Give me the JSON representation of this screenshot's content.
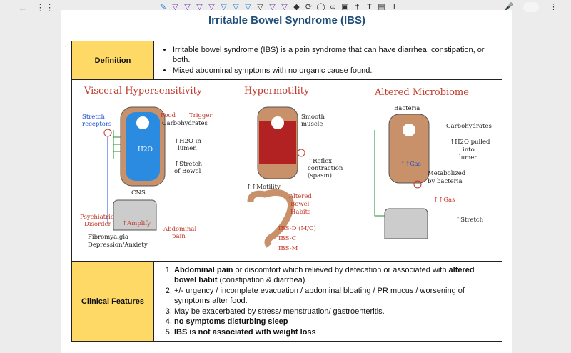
{
  "toolbar": {
    "back_icon": "arrow-left-icon",
    "grid_icon": "grid-icon"
  },
  "document": {
    "title": "Irritable Bowel Syndrome (IBS)",
    "definition": {
      "label": "Definition",
      "bullets": [
        "Irritable bowel syndrome (IBS) is a pain syndrome that can have diarrhea, constipation, or both.",
        "Mixed abdominal symptoms with no organic cause found."
      ]
    },
    "diagram": {
      "visceral": {
        "title": "Visceral Hypersensitivity",
        "stretch_receptors": [
          "Stretch",
          "receptors"
        ],
        "food": "Food",
        "trigger": "Trigger",
        "carbs": "Carbohydrates",
        "h2o": "H2O",
        "h2o_in_lumen": [
          "↑H2O in",
          "lumen"
        ],
        "stretch_of_bowel": [
          "↑Stretch",
          "of Bowel"
        ],
        "cns": "CNS",
        "amplify": "↑Amplify",
        "abdominal_pain": [
          "Abdominal",
          "pain"
        ],
        "psychiatric": [
          "Psychiatric",
          "Disorder"
        ],
        "fibromyalgia": "Fibromyalgia",
        "depression": "Depression/Anxiety"
      },
      "hypermotility": {
        "title": "Hypermotility",
        "smooth_muscle": [
          "Smooth",
          "muscle"
        ],
        "reflex": [
          "↑Reflex",
          "contraction",
          "(spasm)"
        ],
        "motility": "↑↑Motility",
        "altered": [
          "Altered",
          "Bowel",
          "Habits"
        ],
        "ibs_d": "IBS-D (M/C)",
        "ibs_c": "IBS-C",
        "ibs_m": "IBS-M"
      },
      "microbiome": {
        "title": "Altered Microbiome",
        "bacteria": "Bacteria",
        "carbs": "Carbohydrates",
        "h2o_pulled": [
          "↑H2O pulled",
          "into",
          "lumen"
        ],
        "gas_inner": "↑↑Gas",
        "metabolized": [
          "Metabolized",
          "by bacteria"
        ],
        "gas": "↑↑Gas",
        "stretch": "↑Stretch"
      }
    },
    "clinical": {
      "label": "Clinical Features",
      "items": [
        {
          "bold": "Abdominal pain",
          "text": " or discomfort which relieved by defecation or associated with ",
          "bold2": "altered bowel habit",
          "text2": " (constipation & diarrhea)"
        },
        {
          "bold": "",
          "text": "+/- urgency / incomplete evacuation / abdominal bloating / PR mucus / worsening of symptoms after food.",
          "bold2": "",
          "text2": ""
        },
        {
          "bold": "",
          "text": "May be exacerbated by stress/ menstruation/ gastroenteritis.",
          "bold2": "",
          "text2": ""
        },
        {
          "bold": "no symptoms disturbing sleep",
          "text": "",
          "bold2": "",
          "text2": ""
        },
        {
          "bold": "IBS is not associated with weight loss",
          "text": "",
          "bold2": "",
          "text2": ""
        }
      ]
    }
  },
  "colors": {
    "title": "#1f4e79",
    "label_bg": "#ffd966",
    "red": "#c0392b",
    "blue": "#1a4fd6",
    "green": "#1e8c2e"
  }
}
